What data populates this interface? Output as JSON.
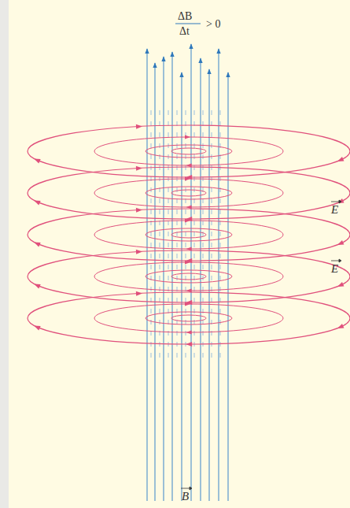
{
  "diagram": {
    "labels": [
      "ΔB",
      "Δt",
      "> 0",
      "E",
      "E",
      "B"
    ]
  }
}
